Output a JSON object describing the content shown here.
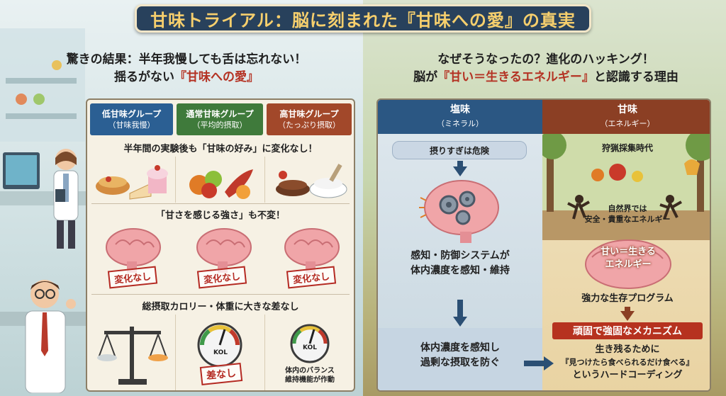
{
  "title": "甘味トライアル：脳に刻まれた『甘味への愛』の真実",
  "left": {
    "heading_line1": "驚きの結果：半年我慢しても舌は忘れない！",
    "heading_line2_plain": "揺るがない",
    "heading_line2_red": "『甘味への愛』",
    "groups": [
      {
        "name": "低甘味グループ",
        "sub": "（甘味我慢）"
      },
      {
        "name": "通常甘味グループ",
        "sub": "（平均的摂取）"
      },
      {
        "name": "高甘味グループ",
        "sub": "（たっぷり摂取）"
      }
    ],
    "section1": "半年間の実験後も「甘味の好み」に変化なし！",
    "section2": "「甘さを感じる強さ」も不変！",
    "stamps": [
      "変化なし",
      "変化なし",
      "変化なし"
    ],
    "section3": "総摂取カロリー・体重に大きな差なし",
    "gauge_label": "KOL",
    "no_diff_stamp": "差なし",
    "balance_line1": "体内のバランス",
    "balance_line2": "維持機能が作動"
  },
  "right": {
    "heading_line1": "なぜそうなったの？進化のハッキング！",
    "heading_line2_plain1": "脳が",
    "heading_line2_red": "『甘い＝生きるエネルギー』",
    "heading_line2_plain2": "と認識する理由",
    "salt": {
      "title": "塩味",
      "sub": "（ミネラル）",
      "pill": "摂りすぎは危険",
      "text1_line1": "感知・防御システムが",
      "text1_line2": "体内濃度を感知・維持",
      "text2_line1": "体内濃度を感知し",
      "text2_line2": "過剰な摂取を防ぐ"
    },
    "sweet": {
      "title": "甘味",
      "sub": "（エネルギー）",
      "era": "狩猟採集時代",
      "nature_line1": "自然界では",
      "nature_line2": "安全・貴重なエネルギー",
      "brain_line1": "甘い＝生きる",
      "brain_line2": "エネルギー",
      "program": "強力な生存プログラム",
      "mechanism": "頑固で強固なメカニズム",
      "survive": "生き残るために",
      "quote": "『見つけたら食べられるだけ食べる』",
      "hardcode": "というハードコーディング"
    }
  },
  "colors": {
    "banner_bg": "#28415c",
    "banner_text": "#f6cf6d",
    "accent_red": "#b43223",
    "low_group": "#2b5f93",
    "normal_group": "#3f7a3b",
    "high_group": "#a2482a"
  }
}
